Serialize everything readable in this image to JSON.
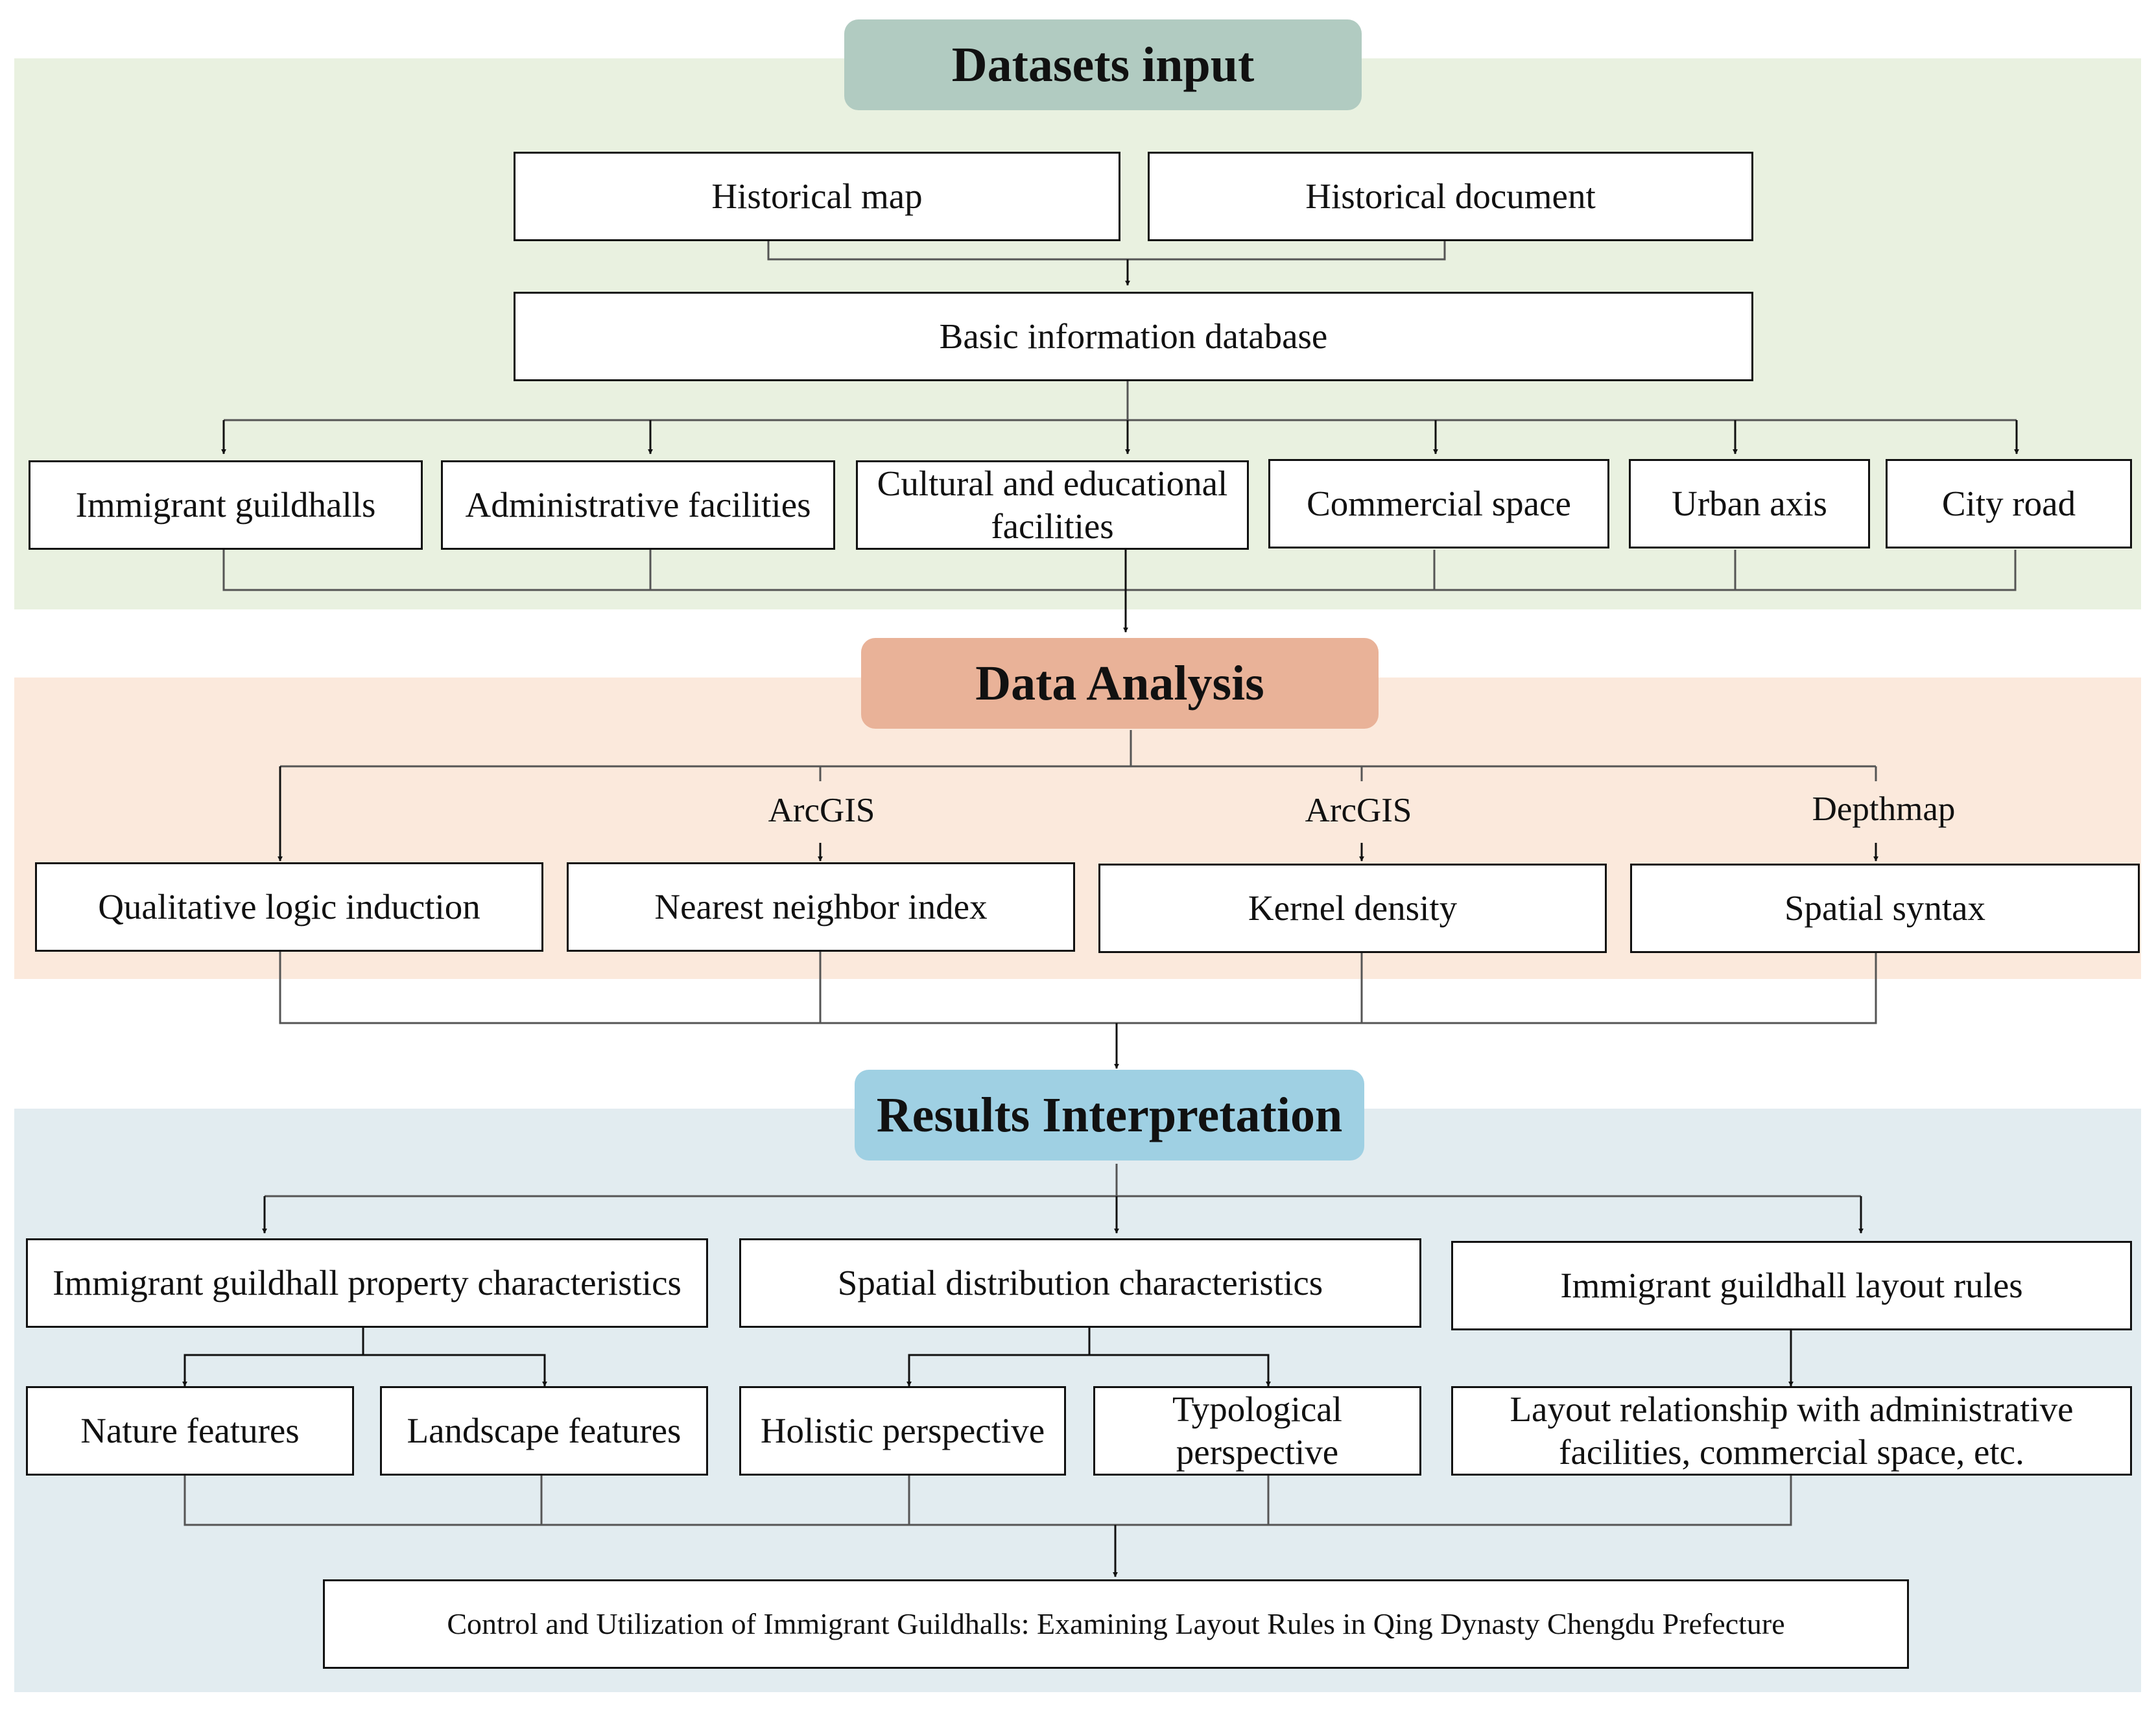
{
  "sections": {
    "input": "Datasets input",
    "analysis": "Data Analysis",
    "results": "Results Interpretation"
  },
  "input": {
    "historical_map": "Historical map",
    "historical_document": "Historical document",
    "basic_db": "Basic information database",
    "layers": [
      "Immigrant guildhalls",
      "Administrative facilities",
      "Cultural and educational facilities",
      "Commercial space",
      "Urban axis",
      "City road"
    ]
  },
  "analysis": {
    "tools": [
      "ArcGIS",
      "ArcGIS",
      "Depthmap"
    ],
    "methods": [
      "Qualitative logic induction",
      "Nearest neighbor index",
      "Kernel density",
      "Spatial syntax"
    ]
  },
  "results": {
    "categories": [
      "Immigrant guildhall property characteristics",
      "Spatial distribution characteristics",
      "Immigrant guildhall layout rules"
    ],
    "subcategories": [
      "Nature features",
      "Landscape features",
      "Holistic perspective",
      "Typological perspective",
      "Layout relationship with administrative facilities, commercial space, etc."
    ],
    "conclusion": "Control and Utilization of Immigrant Guildhalls: Examining Layout Rules in Qing Dynasty Chengdu Prefecture"
  }
}
